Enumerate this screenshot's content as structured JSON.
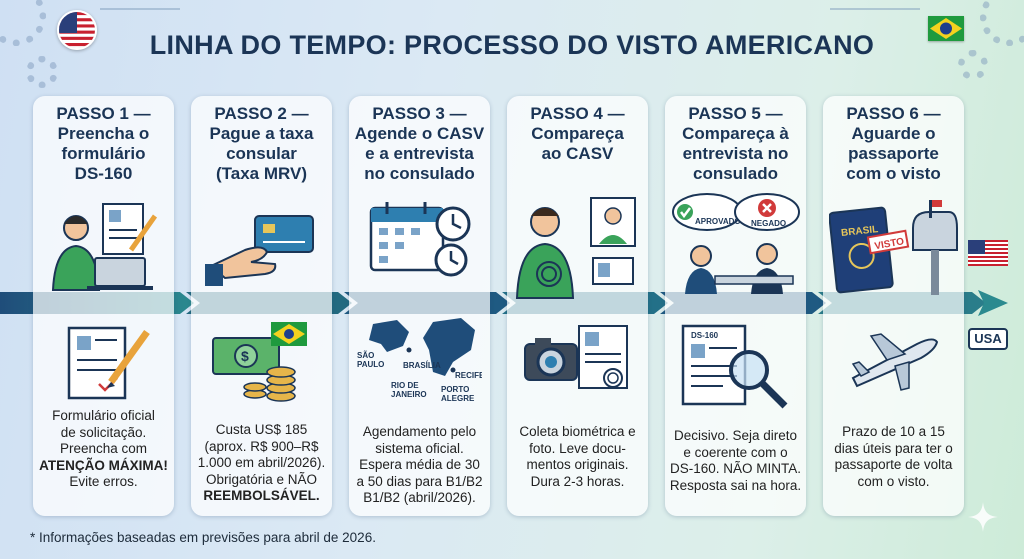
{
  "title": "LINHA DO TEMPO: PROCESSO DO VISTO AMERICANO",
  "steps": [
    {
      "step": "PASSO 1 —",
      "heading": [
        "Preencha o",
        "formulário",
        "DS-160"
      ],
      "desc": [
        "Formulário oficial",
        "de solicitação.",
        "Preencha com",
        "ATENÇÃO MÁXIMA!",
        "Evite erros."
      ],
      "bold": [
        3
      ]
    },
    {
      "step": "PASSO 2 —",
      "heading": [
        "Pague a taxa",
        "consular",
        "(Taxa MRV)"
      ],
      "desc": [
        "Custa US$ 185",
        "(aprox. R$ 900–R$",
        "1.000 em abril/2026).",
        "Obrigatória e NÃO",
        "REEMBOLSÁVEL."
      ],
      "bold": [
        4
      ]
    },
    {
      "step": "PASSO 3 —",
      "heading": [
        "Agende o CASV",
        "e a entrevista",
        "no consulado"
      ],
      "desc": [
        "Agendamento pelo",
        "sistema oficial.",
        "Espera média de 30",
        "a 50 dias para B1/B2",
        "B1/B2 (abril/2026)."
      ],
      "bold": []
    },
    {
      "step": "PASSO 4 —",
      "heading": [
        "Compareça",
        "ao CASV"
      ],
      "desc": [
        "Coleta biométrica e",
        "foto. Leve docu-",
        "mentos originais.",
        "Dura 2-3 horas."
      ],
      "bold": []
    },
    {
      "step": "PASSO 5 —",
      "heading": [
        "Compareça à",
        "entrevista no",
        "consulado"
      ],
      "desc": [
        "Decisivo. Seja direto",
        "e coerente com o",
        "DS-160. NÃO MINTA.",
        "Resposta sai na hora."
      ],
      "bold": []
    },
    {
      "step": "PASSO 6 —",
      "heading": [
        "Aguarde o",
        "passaporte",
        "com o visto"
      ],
      "desc": [
        "Prazo de 10 a 15",
        "dias úteis para ter o",
        "passaporte de volta",
        "com o visto."
      ],
      "bold": []
    }
  ],
  "illus": {
    "step2_badge": "$",
    "step3_cities": [
      "SÃO",
      "PAULO",
      "BRASÍLIA",
      "RIO DE",
      "JANEIRO",
      "RECIFE",
      "PORTO",
      "ALEGRE"
    ],
    "step5_approved": "APROVADO",
    "step5_denied": "NEGADO",
    "step5_form": "DS-160",
    "step6_passport": "BRASIL",
    "step6_stamp": "VISTO"
  },
  "usa_label": "USA",
  "footnote": "* Informações baseadas em previsões para abril de 2026.",
  "colors": {
    "navy": "#1b3556",
    "teal": "#2a8a8a",
    "green": "#3aa35a",
    "red": "#d13a3a"
  }
}
